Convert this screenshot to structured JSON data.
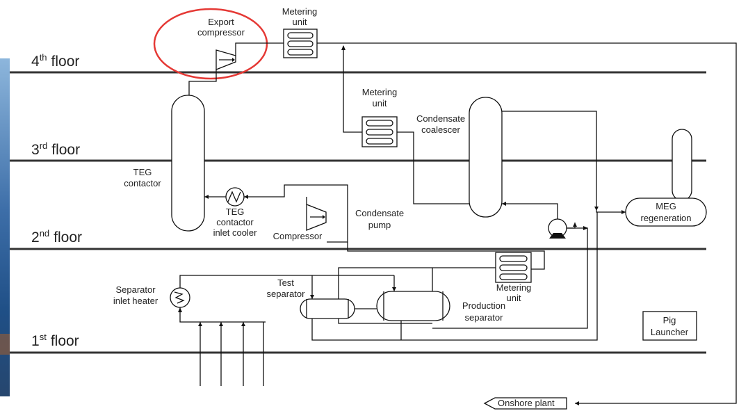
{
  "floors": {
    "f4": {
      "num": "4",
      "sup": "th",
      "word": "floor"
    },
    "f3": {
      "num": "3",
      "sup": "rd",
      "word": "floor"
    },
    "f2": {
      "num": "2",
      "sup": "nd",
      "word": "floor"
    },
    "f1": {
      "num": "1",
      "sup": "st",
      "word": "floor"
    }
  },
  "equipment": {
    "export_compressor": [
      "Export",
      "compressor"
    ],
    "metering_unit_top": [
      "Metering",
      "unit"
    ],
    "metering_unit_mid": [
      "Metering",
      "unit"
    ],
    "metering_unit_low": [
      "Metering",
      "unit"
    ],
    "condensate_coalescer": [
      "Condensate",
      "coalescer"
    ],
    "teg_contactor": [
      "TEG",
      "contactor"
    ],
    "teg_cooler": [
      "TEG",
      "contactor",
      "inlet cooler"
    ],
    "compressor": "Compressor",
    "condensate_pump": [
      "Condensate",
      "pump"
    ],
    "meg_regeneration": [
      "MEG",
      "regeneration"
    ],
    "separator_heater": [
      "Separator",
      "inlet heater"
    ],
    "test_separator": [
      "Test",
      "separator"
    ],
    "production_separator": [
      "Production",
      "separator"
    ],
    "pig_launcher": [
      "Pig",
      "Launcher"
    ],
    "onshore_plant": "Onshore plant"
  },
  "colors": {
    "highlight": "#e53935",
    "background_photo": "#3d6ea8"
  }
}
